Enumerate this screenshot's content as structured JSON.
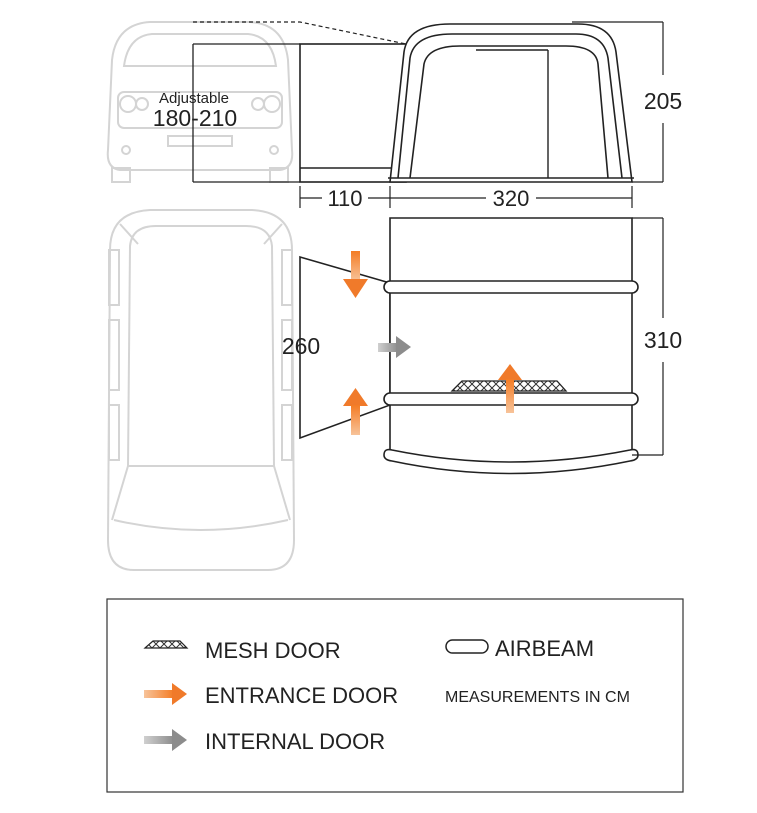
{
  "labels": {
    "adjustable": "Adjustable",
    "height_range": "180-210",
    "tent_height": "205",
    "annex_width": "110",
    "tent_width": "320",
    "annex_depth": "260",
    "tent_depth": "310"
  },
  "legend": {
    "mesh_door": "MESH DOOR",
    "airbeam": "AIRBEAM",
    "entrance_door": "ENTRANCE DOOR",
    "measurements": "MEASUREMENTS IN CM",
    "internal_door": "INTERNAL DOOR"
  },
  "colors": {
    "entrance_arrow": "#f07a2a",
    "internal_arrow": "#8c8c8c",
    "van_outline": "#d4d4d4",
    "line": "#222222"
  }
}
